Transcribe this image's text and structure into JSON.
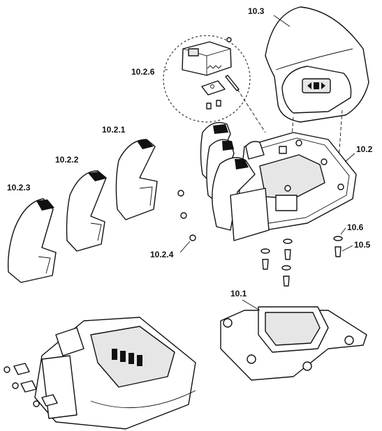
{
  "labels": {
    "part_10_3": "10.3",
    "part_10_2_6": "10.2.6",
    "part_10_2_1": "10.2.1",
    "part_10_2": "10.2",
    "part_10_2_2": "10.2.2",
    "part_10_2_3": "10.2.3",
    "part_10_6": "10.6",
    "part_10_5": "10.5",
    "part_10_2_4": "10.2.4",
    "part_10_1": "10.1"
  },
  "colors": {
    "line": "#111111",
    "fill": "#ffffff",
    "shade": "#e6e6e6"
  }
}
